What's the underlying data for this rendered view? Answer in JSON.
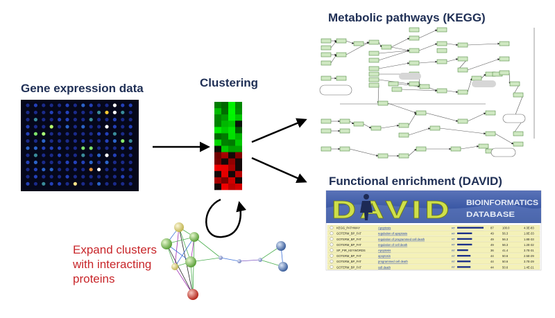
{
  "headings": {
    "gene_expression": "Gene expression data",
    "clustering": "Clustering",
    "kegg": "Metabolic pathways (KEGG)",
    "david": "Functional enrichment (DAVID)"
  },
  "expand_label": [
    "Expand clusters",
    "with interacting",
    "proteins"
  ],
  "david_banner": {
    "logo": "DAVID",
    "tagline_top": "BIOINFORMATICS",
    "tagline_bottom": "DATABASE"
  },
  "david_rows": [
    {
      "category": "KEGG_PATHWAY",
      "term": "Apoptosis",
      "count": "87",
      "pct": "100.0",
      "pvalue": "4.3E-83"
    },
    {
      "category": "GOTERM_BP_FAT",
      "term": "regulation of apoptosis",
      "count": "49",
      "pct": "56.3",
      "pvalue": "1.8E-33"
    },
    {
      "category": "GOTERM_BP_FAT",
      "term": "regulation of programmed cell death",
      "count": "49",
      "pct": "56.3",
      "pvalue": "1.8E-33"
    },
    {
      "category": "GOTERM_BP_FAT",
      "term": "regulation of cell death",
      "count": "49",
      "pct": "56.3",
      "pvalue": "1.2E-32"
    },
    {
      "category": "SP_PIR_KEYWORDS",
      "term": "Apoptosis",
      "count": "36",
      "pct": "41.4",
      "pvalue": "3.7E-31"
    },
    {
      "category": "GOTERM_BP_FAT",
      "term": "apoptosis",
      "count": "44",
      "pct": "50.6",
      "pvalue": "2.5E-29"
    },
    {
      "category": "GOTERM_BP_FAT",
      "term": "programmed cell death",
      "count": "44",
      "pct": "50.6",
      "pvalue": "3.7E-29"
    },
    {
      "category": "GOTERM_BP_FAT",
      "term": "cell death",
      "count": "44",
      "pct": "50.6",
      "pvalue": "1.4E-21"
    }
  ],
  "colors": {
    "heading": "#1f2f55",
    "expand_text": "#c8262a",
    "kegg_box": "#cfe8c2",
    "kegg_border": "#3a7a2a",
    "david_row_bg": "#f4f1b8"
  }
}
